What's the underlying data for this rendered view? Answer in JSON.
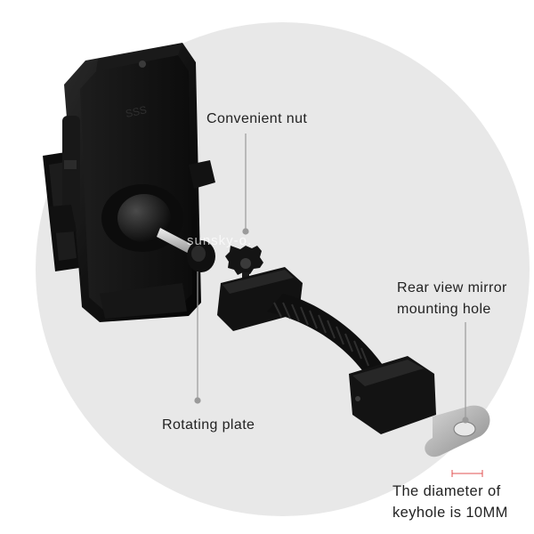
{
  "labels": {
    "convenient_nut": "Convenient nut",
    "rotating_plate": "Rotating plate",
    "mirror_line1": "Rear view mirror",
    "mirror_line2": "mounting hole",
    "diameter_line1": "The diameter of",
    "diameter_line2": "keyhole is 10MM"
  },
  "watermark": "sunsky-o.",
  "colors": {
    "background_circle": "#e8e8e8",
    "product_black": "#141414",
    "callout_line": "#9a9a9a",
    "keyhole_marker": "#e05050"
  }
}
